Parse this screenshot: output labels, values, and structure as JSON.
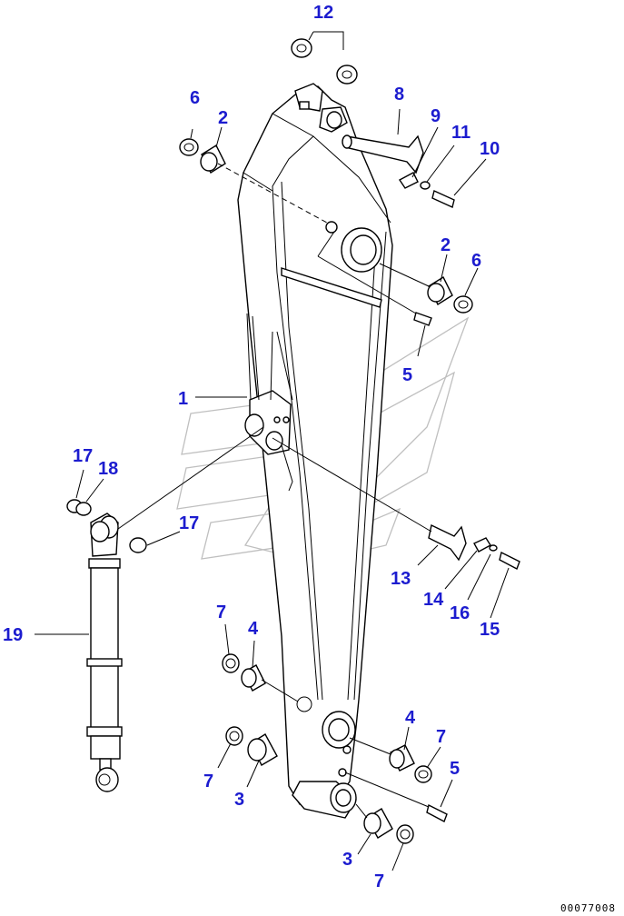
{
  "callouts": [
    {
      "id": "c12",
      "label": "12"
    },
    {
      "id": "c6a",
      "label": "6"
    },
    {
      "id": "c2a",
      "label": "2"
    },
    {
      "id": "c8",
      "label": "8"
    },
    {
      "id": "c9",
      "label": "9"
    },
    {
      "id": "c11",
      "label": "11"
    },
    {
      "id": "c10",
      "label": "10"
    },
    {
      "id": "c2b",
      "label": "2"
    },
    {
      "id": "c6b",
      "label": "6"
    },
    {
      "id": "c5a",
      "label": "5"
    },
    {
      "id": "c1",
      "label": "1"
    },
    {
      "id": "c17a",
      "label": "17"
    },
    {
      "id": "c18",
      "label": "18"
    },
    {
      "id": "c17b",
      "label": "17"
    },
    {
      "id": "c13",
      "label": "13"
    },
    {
      "id": "c14",
      "label": "14"
    },
    {
      "id": "c16",
      "label": "16"
    },
    {
      "id": "c15",
      "label": "15"
    },
    {
      "id": "c19",
      "label": "19"
    },
    {
      "id": "c7a",
      "label": "7"
    },
    {
      "id": "c4a",
      "label": "4"
    },
    {
      "id": "c4b",
      "label": "4"
    },
    {
      "id": "c7b",
      "label": "7"
    },
    {
      "id": "c5b",
      "label": "5"
    },
    {
      "id": "c7c",
      "label": "7"
    },
    {
      "id": "c3a",
      "label": "3"
    },
    {
      "id": "c3b",
      "label": "3"
    },
    {
      "id": "c7d",
      "label": "7"
    }
  ],
  "drawing_number": "00077008"
}
